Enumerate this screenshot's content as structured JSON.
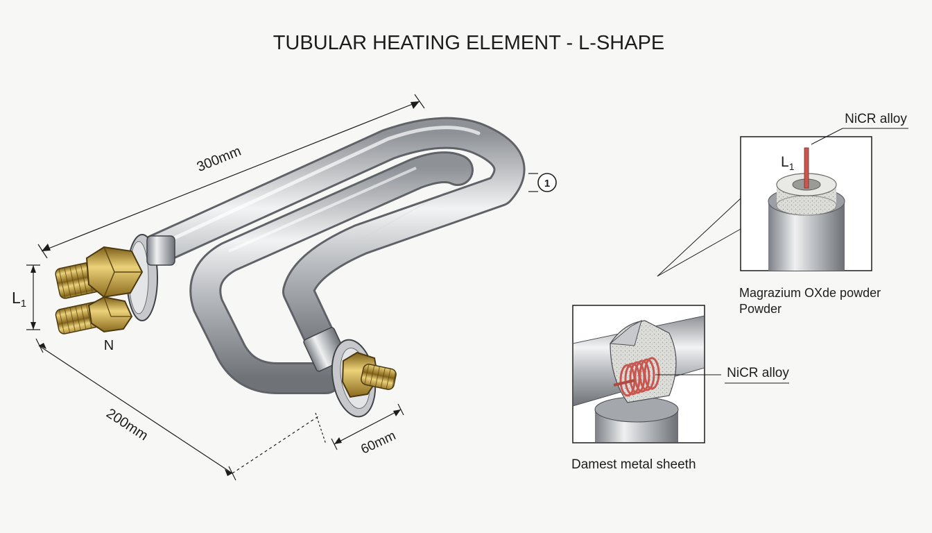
{
  "title": "TUBULAR HEATING ELEMENT - L-SHAPE",
  "colors": {
    "background": "#f7f7f6",
    "sheath": "#b9bcc0",
    "brass": "#c9a444",
    "nicr_wire": "#c9574f",
    "mgo_powder": "#d9d9d6",
    "line": "#1c1c1c"
  },
  "main_view": {
    "dim_length": "300mm",
    "dim_width": "200mm",
    "dim_offset": "60mm",
    "dim_height_label": "L",
    "dim_height_sub": "1",
    "terminal_label": "N",
    "callout_number": "1"
  },
  "detail_top": {
    "conductor_label": "NiCR alloy",
    "section_label": "L",
    "section_sub": "1",
    "powder_label_line1": "Magrazium OXde powder",
    "powder_label_line2": "Powder"
  },
  "detail_bottom": {
    "coil_label": "NiCR alloy",
    "sheath_label": "Damest metal sheeth"
  },
  "icons": [
    "brass-nut-icon",
    "threaded-stud-icon",
    "circle-callout-icon"
  ]
}
